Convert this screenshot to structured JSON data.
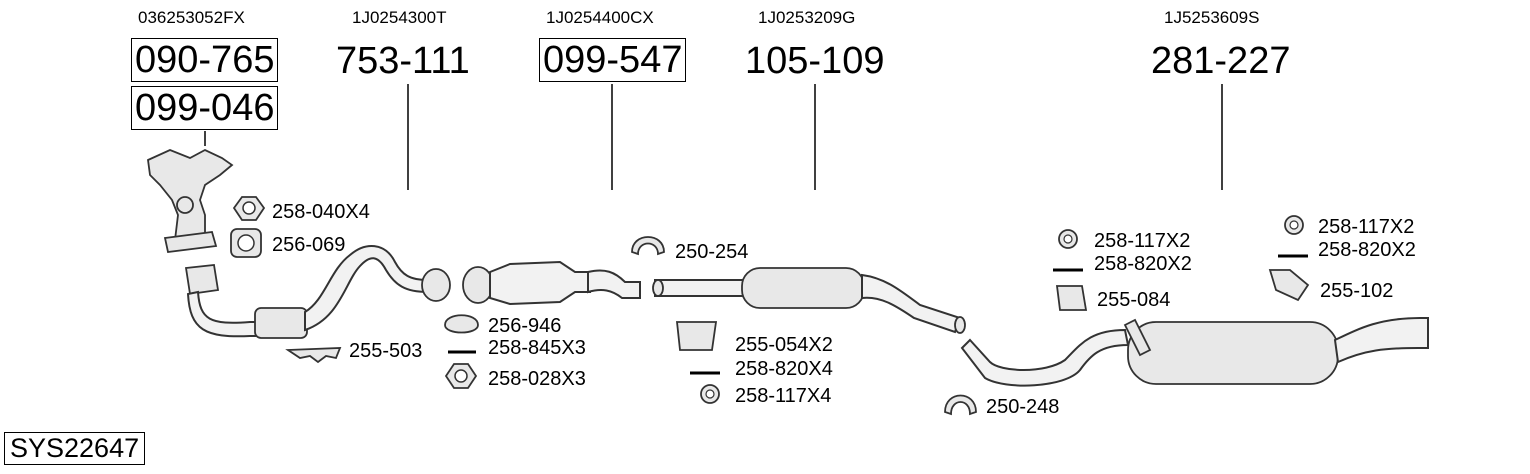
{
  "oe_numbers": [
    "036253052FX",
    "1J0254300T",
    "1J0254400CX",
    "1J0253209G",
    "1J5253609S"
  ],
  "part_numbers": [
    "090-765",
    "099-046",
    "753-111",
    "099-547",
    "105-109",
    "281-227"
  ],
  "hardware_labels": {
    "l1": "258-040X4",
    "l2": "256-069",
    "l3": "250-254",
    "l4": "256-946",
    "l5": "258-845X3",
    "l6": "258-028X3",
    "l7": "255-503",
    "l8": "255-054X2",
    "l9": "258-820X4",
    "l10": "258-117X4",
    "l11": "258-117X2",
    "l12": "258-820X2",
    "l13": "255-084",
    "l14": "250-248",
    "l15": "258-117X2",
    "l16": "258-820X2",
    "l17": "255-102"
  },
  "system_id": "SYS22647",
  "icons": [
    "exhaust-manifold-icon",
    "pipe-icon",
    "catalytic-converter-icon",
    "muffler-icon",
    "clamp-icon",
    "nut-icon",
    "gasket-icon",
    "bolt-icon",
    "hanger-icon"
  ]
}
